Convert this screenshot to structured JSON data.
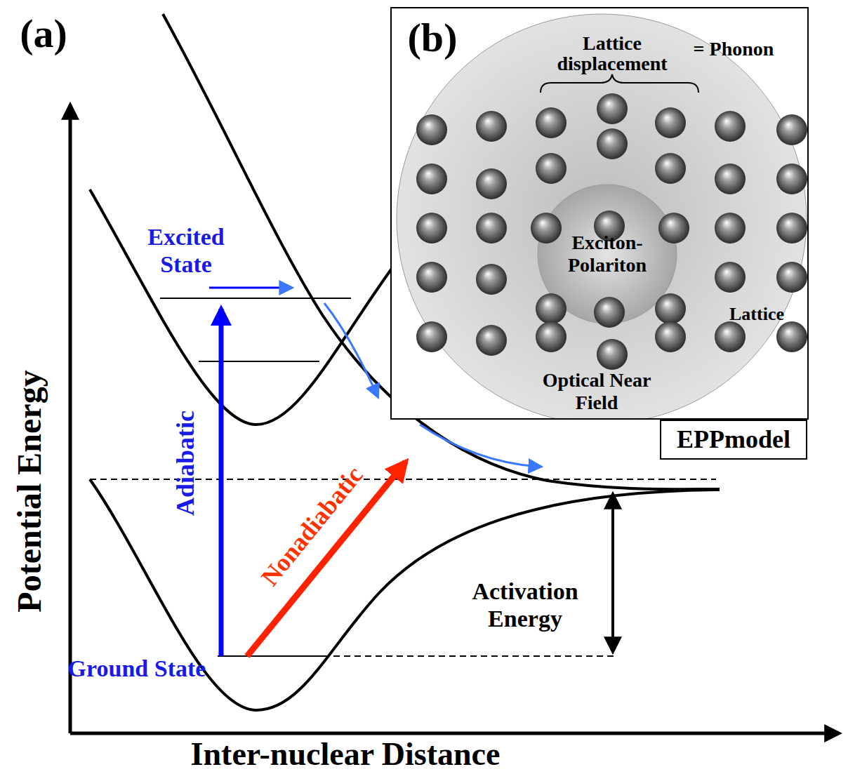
{
  "diagram": {
    "nodes": [
      {
        "text": [
          "(b)"
        ]
      },
      {
        "text": [
          "Optical Near Field"
        ],
        "in": 0
      },
      {
        "text": [
          "Exciton-Polariton"
        ],
        "in": 1
      },
      {
        "text": [
          "EPPmodel"
        ]
      }
    ],
    "labels": [
      "(a)",
      "Potential Energy",
      "Inter-nuclear Distance",
      "Excited State",
      "Ground State",
      "Adiabatic",
      "Nonadiabatic",
      "Activation Energy",
      "Lattice displacement",
      "= Phonon",
      "Lattice"
    ]
  }
}
